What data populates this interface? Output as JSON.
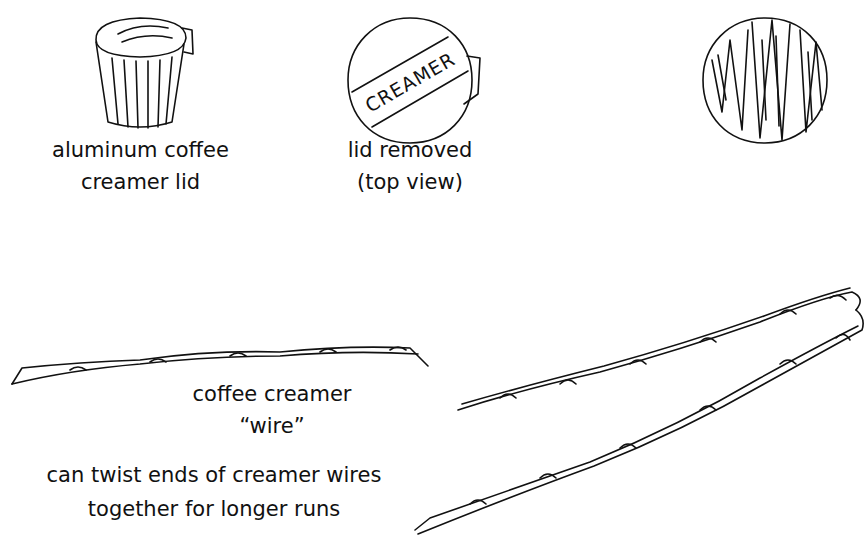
{
  "diagram": {
    "labels": [
      "aluminum coffee creamer lid",
      "CREAMER",
      "lid removed (top view)",
      "coffee creamer “wire”",
      "can twist ends of creamer wires together for longer runs"
    ]
  }
}
